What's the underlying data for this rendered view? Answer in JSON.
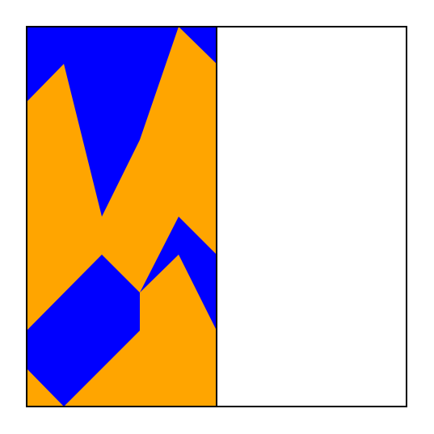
{
  "colors": {
    "background": "#ffffff",
    "frame": "#000000",
    "orange": "#ffa500",
    "blue": "#0000ff"
  },
  "panels": [
    {
      "name": "left-panel",
      "fill": "pattern"
    },
    {
      "name": "right-panel",
      "fill": "#ffffff"
    }
  ]
}
